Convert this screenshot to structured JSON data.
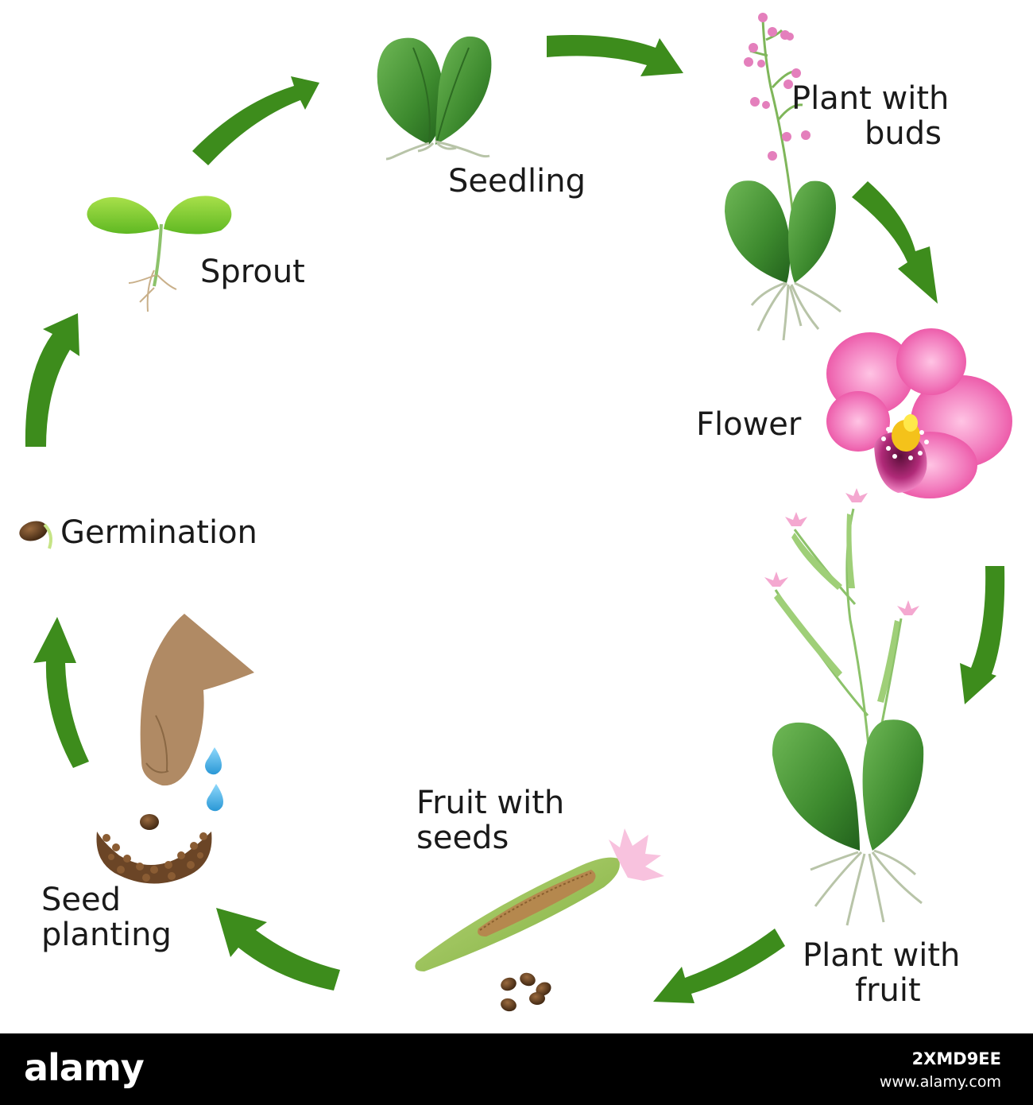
{
  "stages": {
    "seedling": "Seedling",
    "buds_line1": "Plant with",
    "buds_line2": "buds",
    "flower": "Flower",
    "fruit_line1": "Plant with",
    "fruit_line2": "fruit",
    "seeds_line1": "Fruit with",
    "seeds_line2": "seeds",
    "planting_line1": "Seed",
    "planting_line2": "planting",
    "germination": "Germination",
    "sprout": "Sprout"
  },
  "footer": {
    "logo": "alamy",
    "image_id": "2XMD9EE",
    "url": "www.alamy.com"
  },
  "colors": {
    "arrow": "#3d8c1c",
    "leaf": "#3f8a32",
    "sprout": "#7ccd2a",
    "flower": "#f06cb4",
    "seed": "#5a3a1e",
    "hand": "#b08a64",
    "water": "#4ab2e6"
  }
}
